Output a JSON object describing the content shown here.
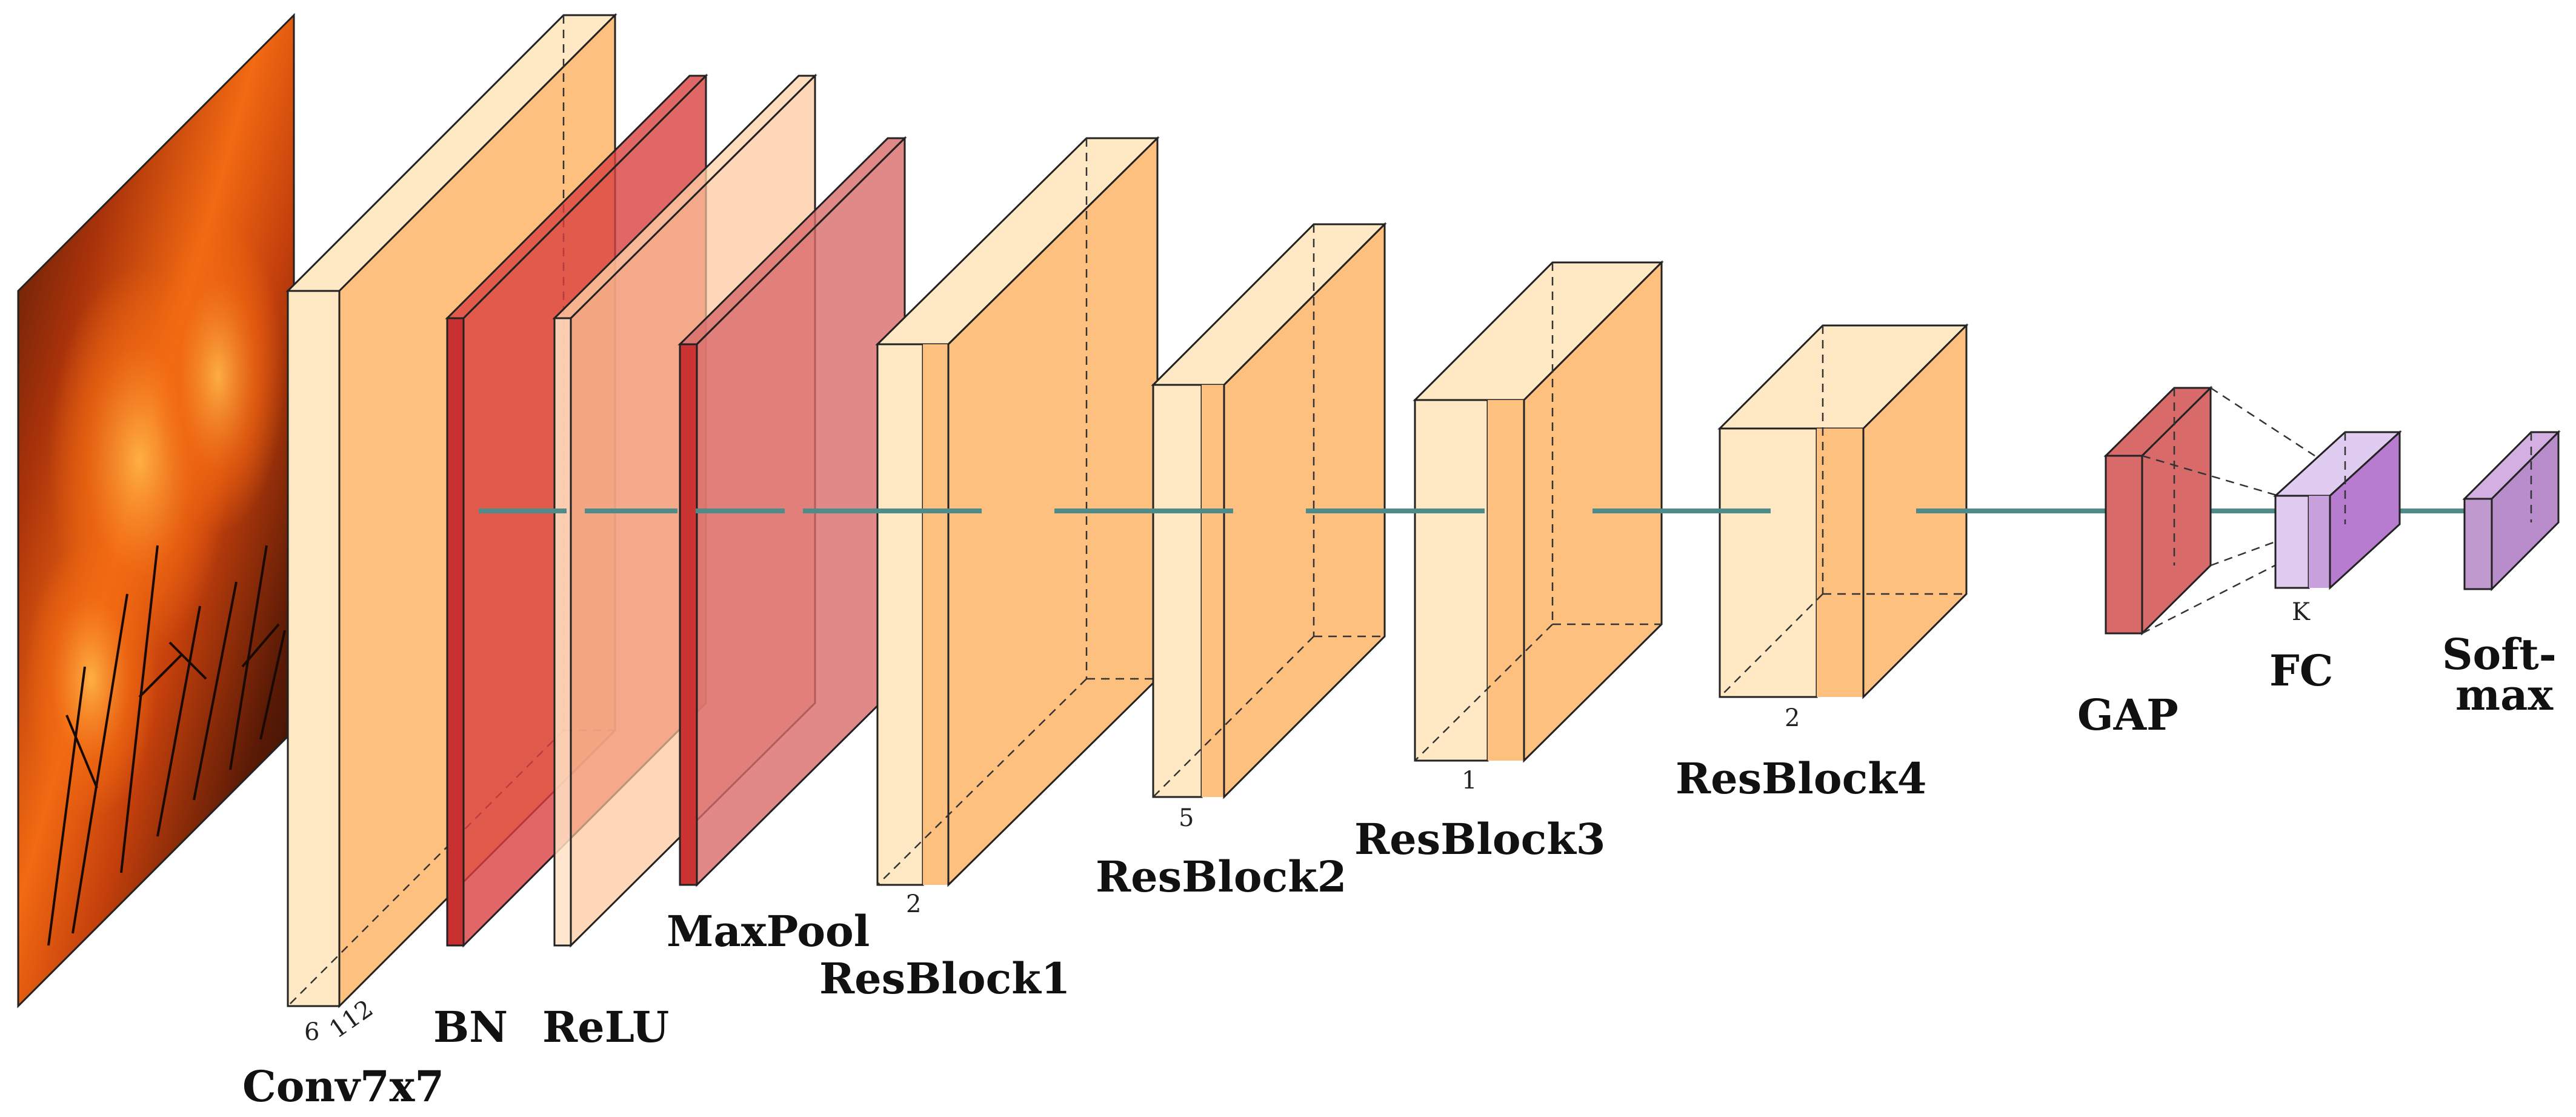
{
  "layers": {
    "conv": {
      "label": "Conv7x7",
      "dim_a": "6",
      "dim_b": "112"
    },
    "bn": {
      "label": "BN"
    },
    "relu": {
      "label": "ReLU"
    },
    "maxpool": {
      "label": "MaxPool"
    },
    "resblock1": {
      "label": "ResBlock1",
      "dim": "2"
    },
    "resblock2": {
      "label": "ResBlock2",
      "dim": "5"
    },
    "resblock3": {
      "label": "ResBlock3",
      "dim": "1"
    },
    "resblock4": {
      "label": "ResBlock4",
      "dim": "2"
    },
    "gap": {
      "label": "GAP"
    },
    "fc": {
      "label": "FC",
      "dim": "K"
    },
    "softmax": {
      "label_line1": "Soft-",
      "label_line2": "max"
    }
  },
  "colors": {
    "conv_light": "#FFE9C4",
    "conv_main": "#FDC07E",
    "bn_red": "#D94040",
    "pool_red": "#D96A6A",
    "fc_light": "#E0CCF0",
    "fc_main": "#B77BCF",
    "flow_line": "#4E8C8C",
    "input_image": "fire-scene-image"
  }
}
